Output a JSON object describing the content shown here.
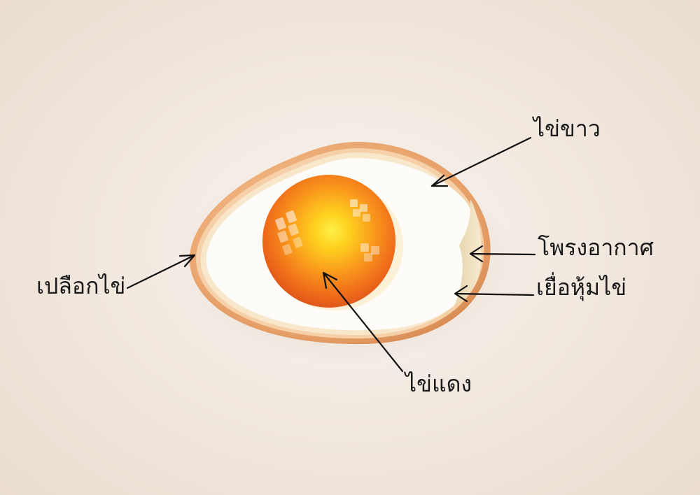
{
  "labels": {
    "egg_white": "ไข่ขาว",
    "air_cell": "โพรงอากาศ",
    "shell_membrane": "เยื่อหุ้มไข่",
    "eggshell": "เปลือกไข่",
    "yolk": "ไข่แดง"
  },
  "colors": {
    "background": "#f2e9e0",
    "shell": "#e9a56e",
    "shell_inner": "#f5cfa6",
    "membrane": "#f7e6c9",
    "egg_white": "#fdfcf8",
    "air_cell": "#efe0bf",
    "yolk_outer": "#ef6a1a",
    "yolk_center": "#ffd21f",
    "arrow": "#111111"
  }
}
